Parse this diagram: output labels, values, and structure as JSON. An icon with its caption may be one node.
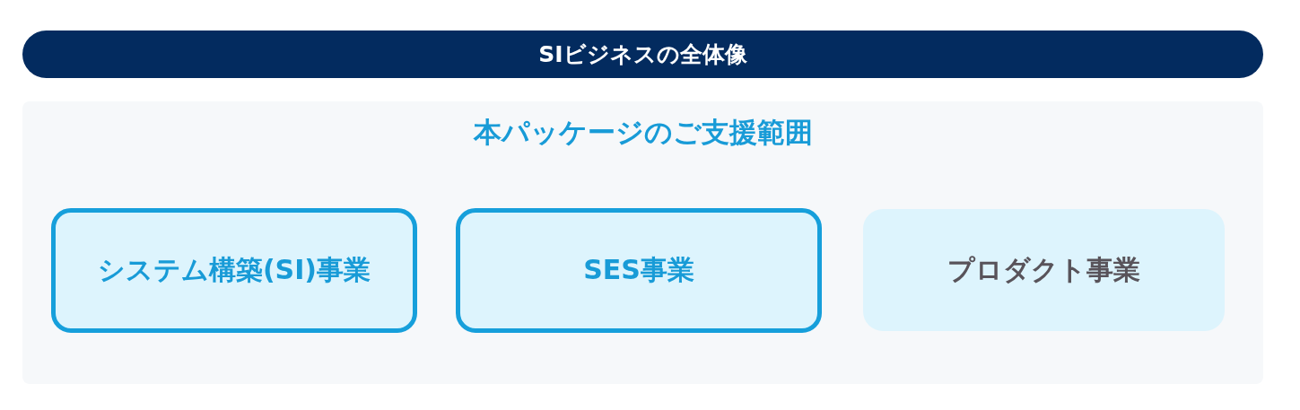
{
  "diagram": {
    "title": "SIビジネスの全体像",
    "nodes": [
      {
        "text": [
          "本パッケージのご支援範囲"
        ]
      },
      {
        "text": [
          "システム構築(SI)事業"
        ],
        "in": 0
      },
      {
        "text": [
          "SES事業"
        ],
        "in": 0
      },
      {
        "text": [
          "プロダクト事業"
        ],
        "in": 0
      }
    ]
  }
}
